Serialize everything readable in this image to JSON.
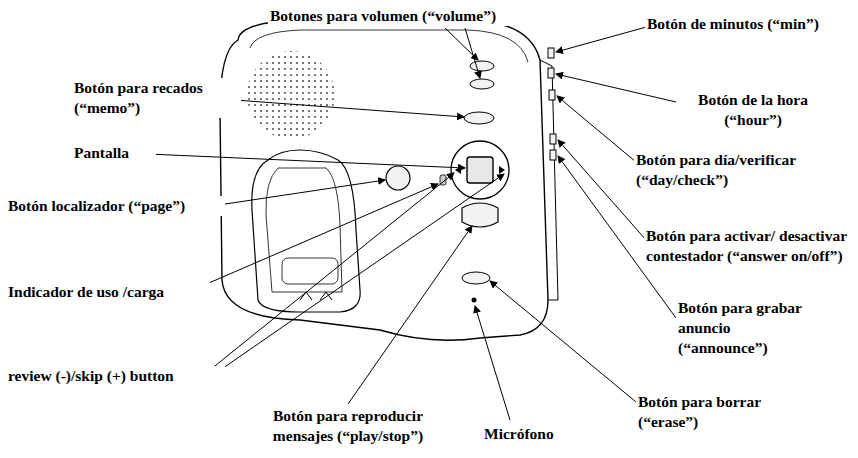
{
  "diagram": {
    "labels": [
      "Botones para volumen (“volume”)",
      "Botón para recados (“memo”)",
      "Pantalla",
      "Botón localizador (“page”)",
      "Indicador de uso /carga",
      "review (-)/skip (+) button",
      "Botón para reproducir mensajes (“play/stop”)",
      "Micrófono",
      "Botón para borrar (“erase”)",
      "Botón para grabar anuncio (“announce”)",
      "Botón para activar/ desactivar contestador (“answer on/off”)",
      "Botón para día/verificar (“day/check”)",
      "Botón de la hora (“hour”)",
      "Botón de minutos (“min”)"
    ]
  }
}
